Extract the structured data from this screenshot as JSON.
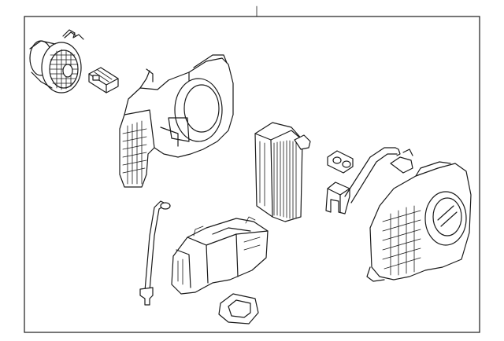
{
  "diagram": {
    "components": [
      {
        "id": "blower-motor-fan",
        "icon": "blower-motor-icon"
      },
      {
        "id": "wire-clip",
        "icon": "clip-icon"
      },
      {
        "id": "resistor-connector",
        "icon": "connector-icon"
      },
      {
        "id": "blower-case-upper",
        "icon": "housing-icon"
      },
      {
        "id": "heater-core",
        "icon": "heater-core-icon"
      },
      {
        "id": "valve-bracket",
        "icon": "bracket-icon"
      },
      {
        "id": "heater-pipe",
        "icon": "pipe-icon"
      },
      {
        "id": "heater-case-right",
        "icon": "housing-icon"
      },
      {
        "id": "drain-hose",
        "icon": "hose-icon"
      },
      {
        "id": "lower-case",
        "icon": "housing-icon"
      },
      {
        "id": "seal-gasket",
        "icon": "gasket-icon"
      }
    ],
    "line_color": "#1a1a1a",
    "background": "#ffffff"
  }
}
